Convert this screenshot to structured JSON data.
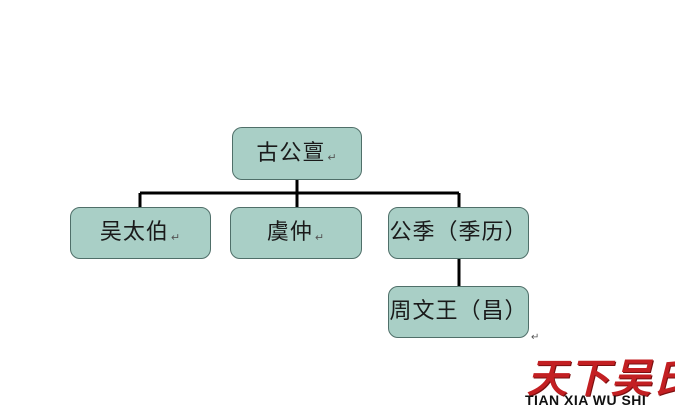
{
  "diagram": {
    "nodes": [
      {
        "id": "gugong",
        "label": "古公亶"
      },
      {
        "id": "taibo",
        "label": "吴太伯"
      },
      {
        "id": "yuzhong",
        "label": "虞仲"
      },
      {
        "id": "jili",
        "label": "公季（季历）"
      },
      {
        "id": "wenwang",
        "label": "周文王（昌）"
      }
    ],
    "edges": [
      {
        "from": "gugong",
        "to": "taibo"
      },
      {
        "from": "gugong",
        "to": "yuzhong"
      },
      {
        "from": "gugong",
        "to": "jili"
      },
      {
        "from": "jili",
        "to": "wenwang"
      }
    ],
    "node_fill": "#a9cfc6",
    "node_border": "#4f6f69",
    "line_color": "#000000"
  },
  "paragraph_mark": "↵",
  "watermark": {
    "title": "天下吴氏",
    "subtitle": "TIAN XIA WU SHI",
    "title_color": "#c31f22"
  }
}
